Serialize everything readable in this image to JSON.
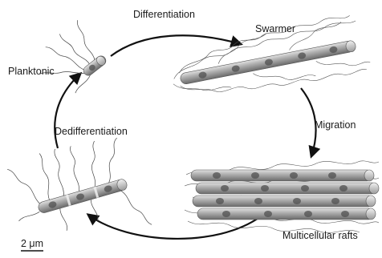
{
  "labels": {
    "differentiation": "Differentiation",
    "swarmer": "Swarmer",
    "planktonic": "Planktonic",
    "migration": "Migration",
    "dedifferentiation": "Dedifferentiation",
    "multicellular_rafts": "Multicellular rafts"
  },
  "scale_bar": {
    "label": "2 μm"
  },
  "colors": {
    "cell_body": "#9a9a9a",
    "cell_body_dark": "#6e6e6e",
    "cell_highlight": "#e6e6e6",
    "nucleoid": "#505050",
    "flagella": "#444444",
    "arrow": "#111111",
    "text": "#1a1a1a"
  }
}
